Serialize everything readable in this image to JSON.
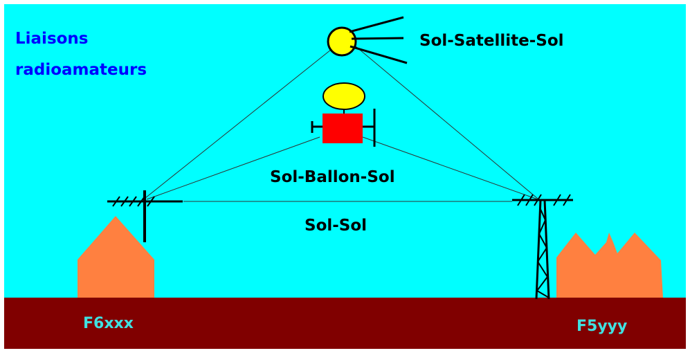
{
  "title_lines": [
    "Liaisons",
    "radioamateurs"
  ],
  "links": {
    "satellite": "Sol-Satellite-Sol",
    "balloon": "Sol-Ballon-Sol",
    "direct": "Sol-Sol"
  },
  "stations": {
    "left": "F6xxx",
    "right": "F5yyy"
  },
  "colors": {
    "sky": "#00ffff",
    "ground": "#800000",
    "house": "#ff8040",
    "balloon": "#ffff00",
    "payload": "#ff0000",
    "title_text": "#0000ff",
    "label_text": "#000000",
    "station_text": "#40e0e0"
  }
}
